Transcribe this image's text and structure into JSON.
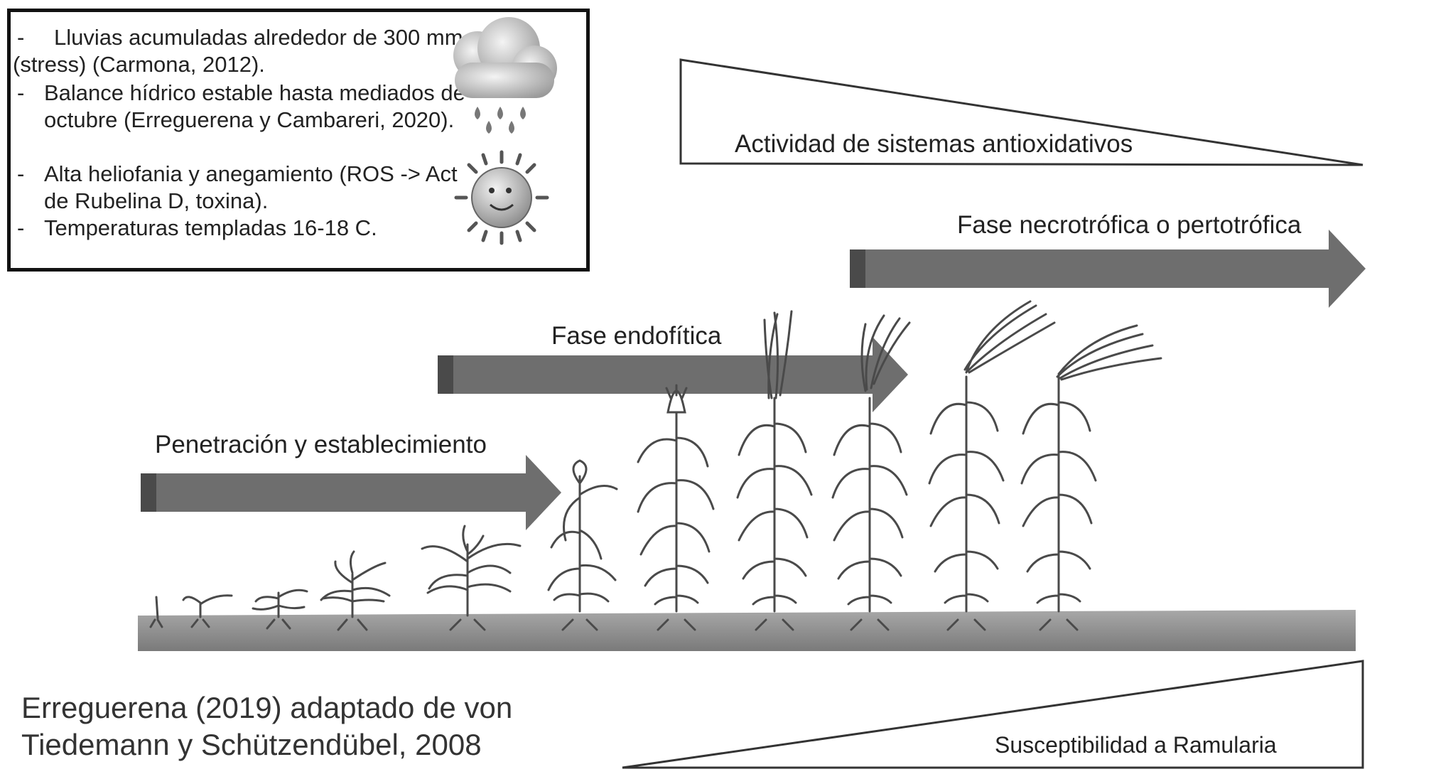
{
  "conditions": {
    "bullets": [
      {
        "line1": "Lluvias acumuladas alrededor de 300 mm",
        "line2": "(stress) (Carmona, 2012)."
      },
      {
        "line1": "Balance hídrico estable hasta mediados de",
        "line2": "octubre (Erreguerena y Cambareri, 2020)."
      },
      {
        "line1": "Alta heliofania y anegamiento  (ROS -> Act",
        "line2": "de Rubelina D, toxina)."
      },
      {
        "line1": "Temperaturas templadas 16-18 C.",
        "line2": ""
      }
    ],
    "dash": "-"
  },
  "icons": {
    "rain": "rain-cloud-icon",
    "sun": "smiling-sun-icon"
  },
  "phases": {
    "penetration": "Penetración y establecimiento",
    "endophytic": "Fase endofítica",
    "necrotrophic": "Fase necrotrófica o pertotrófica"
  },
  "gradients": {
    "antioxidant": "Actividad de sistemas antioxidativos",
    "susceptibility": "Susceptibilidad a Ramularia"
  },
  "credit": {
    "line1": "Erreguerena (2019) adaptado de von",
    "line2": "Tiedemann y Schützendübel, 2008"
  },
  "colors": {
    "arrow_fill": "#6e6e6e",
    "arrow_dark": "#4a4a4a",
    "soil": "#8c8c8c",
    "plant_stroke": "#4a4a4a"
  }
}
